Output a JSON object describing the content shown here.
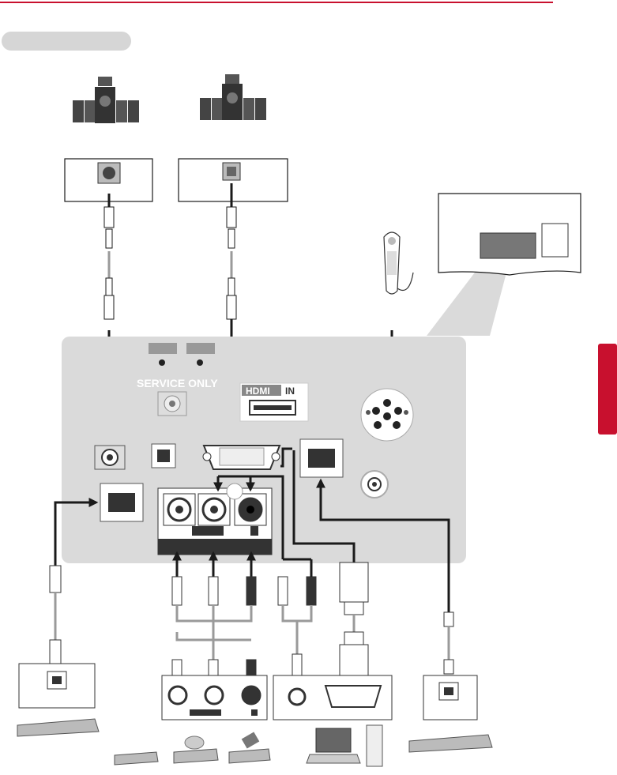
{
  "panel_labels": {
    "service_only": "SERVICE ONLY",
    "hdmi_logo": "HDMI",
    "hdmi_in": "IN"
  },
  "colors": {
    "header_rule": "#c8102e",
    "side_tab": "#c8102e",
    "panel": "#dadada",
    "section_pill": "#d6d6d6",
    "cable": "#1a1a1a",
    "cable_gray": "#9a9a9a",
    "rca_red": "#3a3a3a"
  },
  "icons": [
    "surround-speaker-set-icon",
    "remote-control-icon",
    "digital-audio-jack-icon",
    "optical-jack-icon",
    "hdmi-port-icon",
    "din-port-icon",
    "rgb-pc-port-icon",
    "lan-port-icon",
    "antenna-port-icon",
    "rca-jack-icon",
    "audio-minijack-icon",
    "set-top-box-icon",
    "dvd-player-icon",
    "vcr-icon",
    "laptop-icon",
    "pc-tower-icon"
  ]
}
